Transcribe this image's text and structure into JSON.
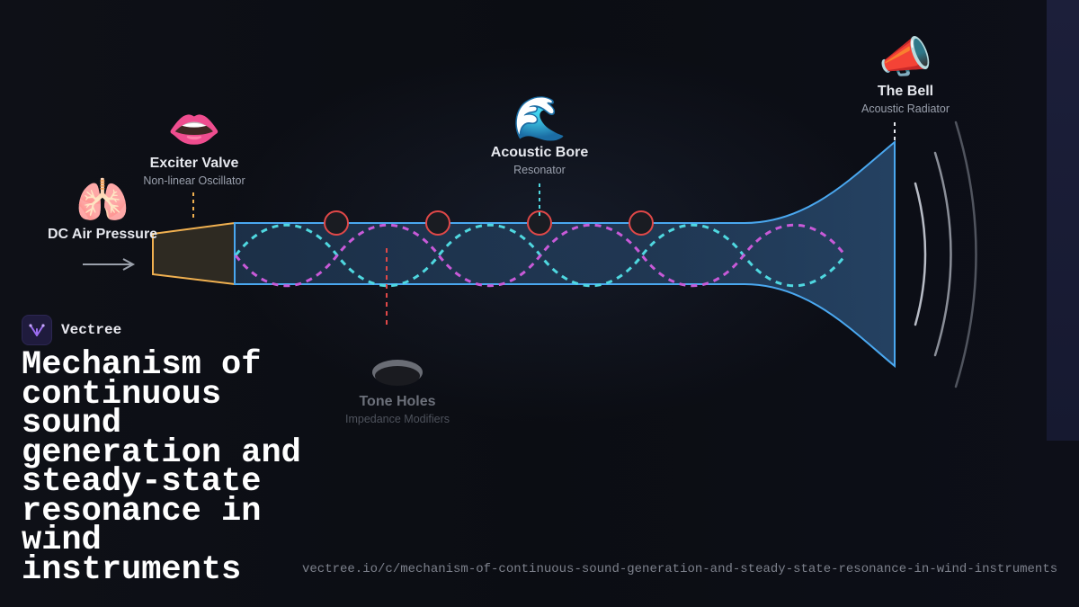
{
  "diagram": {
    "nodes": {
      "air": {
        "icon": "lungs-icon",
        "emoji": "🫁",
        "title": "DC Air Pressure"
      },
      "valve": {
        "icon": "mouth-icon",
        "emoji": "👄",
        "title": "Exciter Valve",
        "subtitle": "Non-linear Oscillator"
      },
      "bore": {
        "icon": "wave-icon",
        "emoji": "🌊",
        "title": "Acoustic Bore",
        "subtitle": "Resonator"
      },
      "bell": {
        "icon": "megaphone-icon",
        "emoji": "📣",
        "title": "The Bell",
        "subtitle": "Acoustic Radiator"
      },
      "holes": {
        "icon": "hole-icon",
        "title": "Tone Holes",
        "subtitle": "Impedance Modifiers"
      }
    },
    "colors": {
      "tube_outline": "#4aa8f0",
      "mouthpiece_outline": "#f0b050",
      "wave_cyan": "#4fd8e0",
      "wave_magenta": "#c85ad8",
      "tone_hole": "#e04848",
      "leader_red": "#e04848"
    }
  },
  "brand": {
    "name": "Vectree"
  },
  "title": "Mechanism of continuous sound generation and steady-state resonance in wind instruments",
  "url": "vectree.io/c/mechanism-of-continuous-sound-generation-and-steady-state-resonance-in-wind-instruments"
}
